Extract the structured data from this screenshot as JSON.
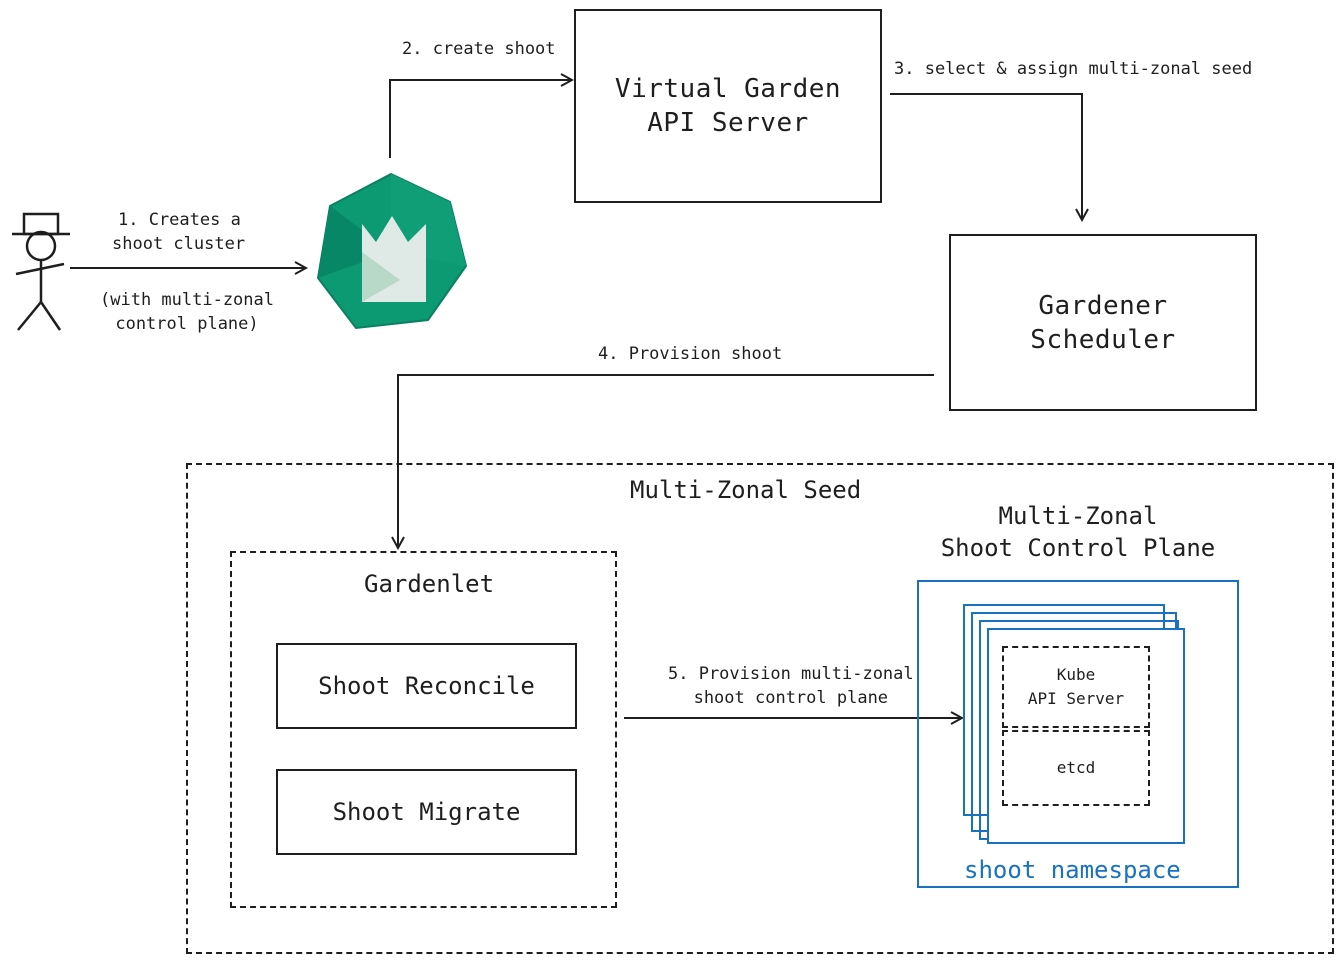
{
  "nodes": {
    "virtual_garden": [
      "Virtual Garden",
      "API Server"
    ],
    "scheduler": [
      "Gardener",
      "Scheduler"
    ],
    "seed": "Multi-Zonal Seed",
    "gardenlet": "Gardenlet",
    "shoot_reconcile": "Shoot Reconcile",
    "shoot_migrate": "Shoot Migrate",
    "control_plane_title": [
      "Multi-Zonal",
      "Shoot Control Plane"
    ],
    "kube_api": [
      "Kube",
      "API Server"
    ],
    "etcd": "etcd",
    "shoot_namespace": "shoot namespace"
  },
  "edges": {
    "step1": [
      "1. Creates a",
      "shoot cluster"
    ],
    "step1_note": [
      "(with multi-zonal",
      "control plane)"
    ],
    "step2": "2. create shoot",
    "step3": "3. select & assign multi-zonal seed",
    "step4": "4. Provision shoot",
    "step5": [
      "5. Provision multi-zonal",
      "shoot control plane"
    ]
  },
  "icons": {
    "user": "stick-figure-user-icon",
    "gardener": "gardener-logo-icon"
  },
  "colors": {
    "ink": "#1e1e1e",
    "namespace_blue": "#1971c2",
    "gardener_green": "#0b8062"
  }
}
